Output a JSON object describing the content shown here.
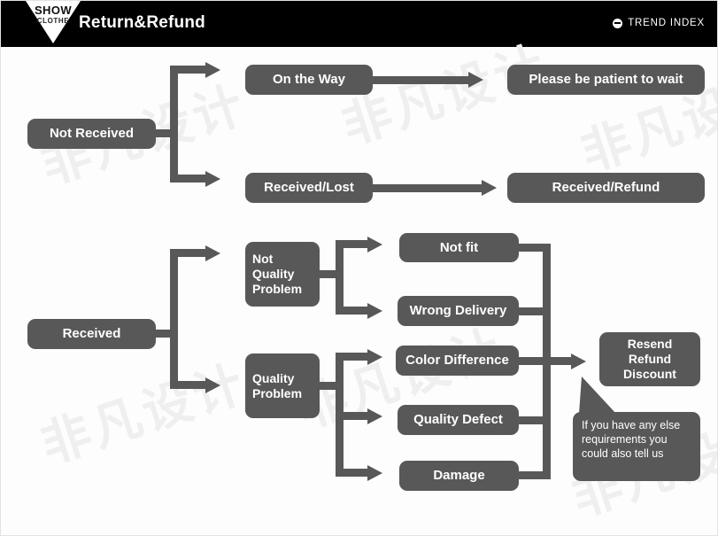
{
  "header": {
    "logo_top": "SHOW",
    "logo_bottom": "CLOTHE",
    "title": "Return&Refund",
    "brand_right": "TREND INDEX",
    "bg_color": "#000000",
    "text_color": "#ffffff"
  },
  "theme": {
    "node_fill": "#585858",
    "node_text": "#ffffff",
    "canvas_bg": "#fdfdfd",
    "connector": "#585858",
    "watermark": "#efefef"
  },
  "watermarks": [
    "非凡设计",
    "非凡设计",
    "非凡设计",
    "非凡设计",
    "非凡设计",
    "非凡设计"
  ],
  "flow_not_received": {
    "root": "Not Received",
    "branches": [
      {
        "status": "On the Way",
        "outcome": "Please be patient to wait"
      },
      {
        "status": "Received/Lost",
        "outcome": "Received/Refund"
      }
    ]
  },
  "flow_received": {
    "root": "Received",
    "categories": [
      {
        "label": "Not Quality\nProblem",
        "line1": "Not",
        "line2": "Quality",
        "line3": "Problem",
        "reasons": [
          "Not fit",
          "Wrong Delivery"
        ]
      },
      {
        "label": "Quality\nProblem",
        "line1": "Quality",
        "line2": "Problem",
        "line3": "",
        "reasons": [
          "Color Difference",
          "Quality Defect",
          "Damage"
        ]
      }
    ],
    "resolution": {
      "line1": "Resend",
      "line2": "Refund",
      "line3": "Discount"
    },
    "callout": {
      "line1": "If you have any else",
      "line2": "requirements you",
      "line3": "could also tell us"
    }
  }
}
